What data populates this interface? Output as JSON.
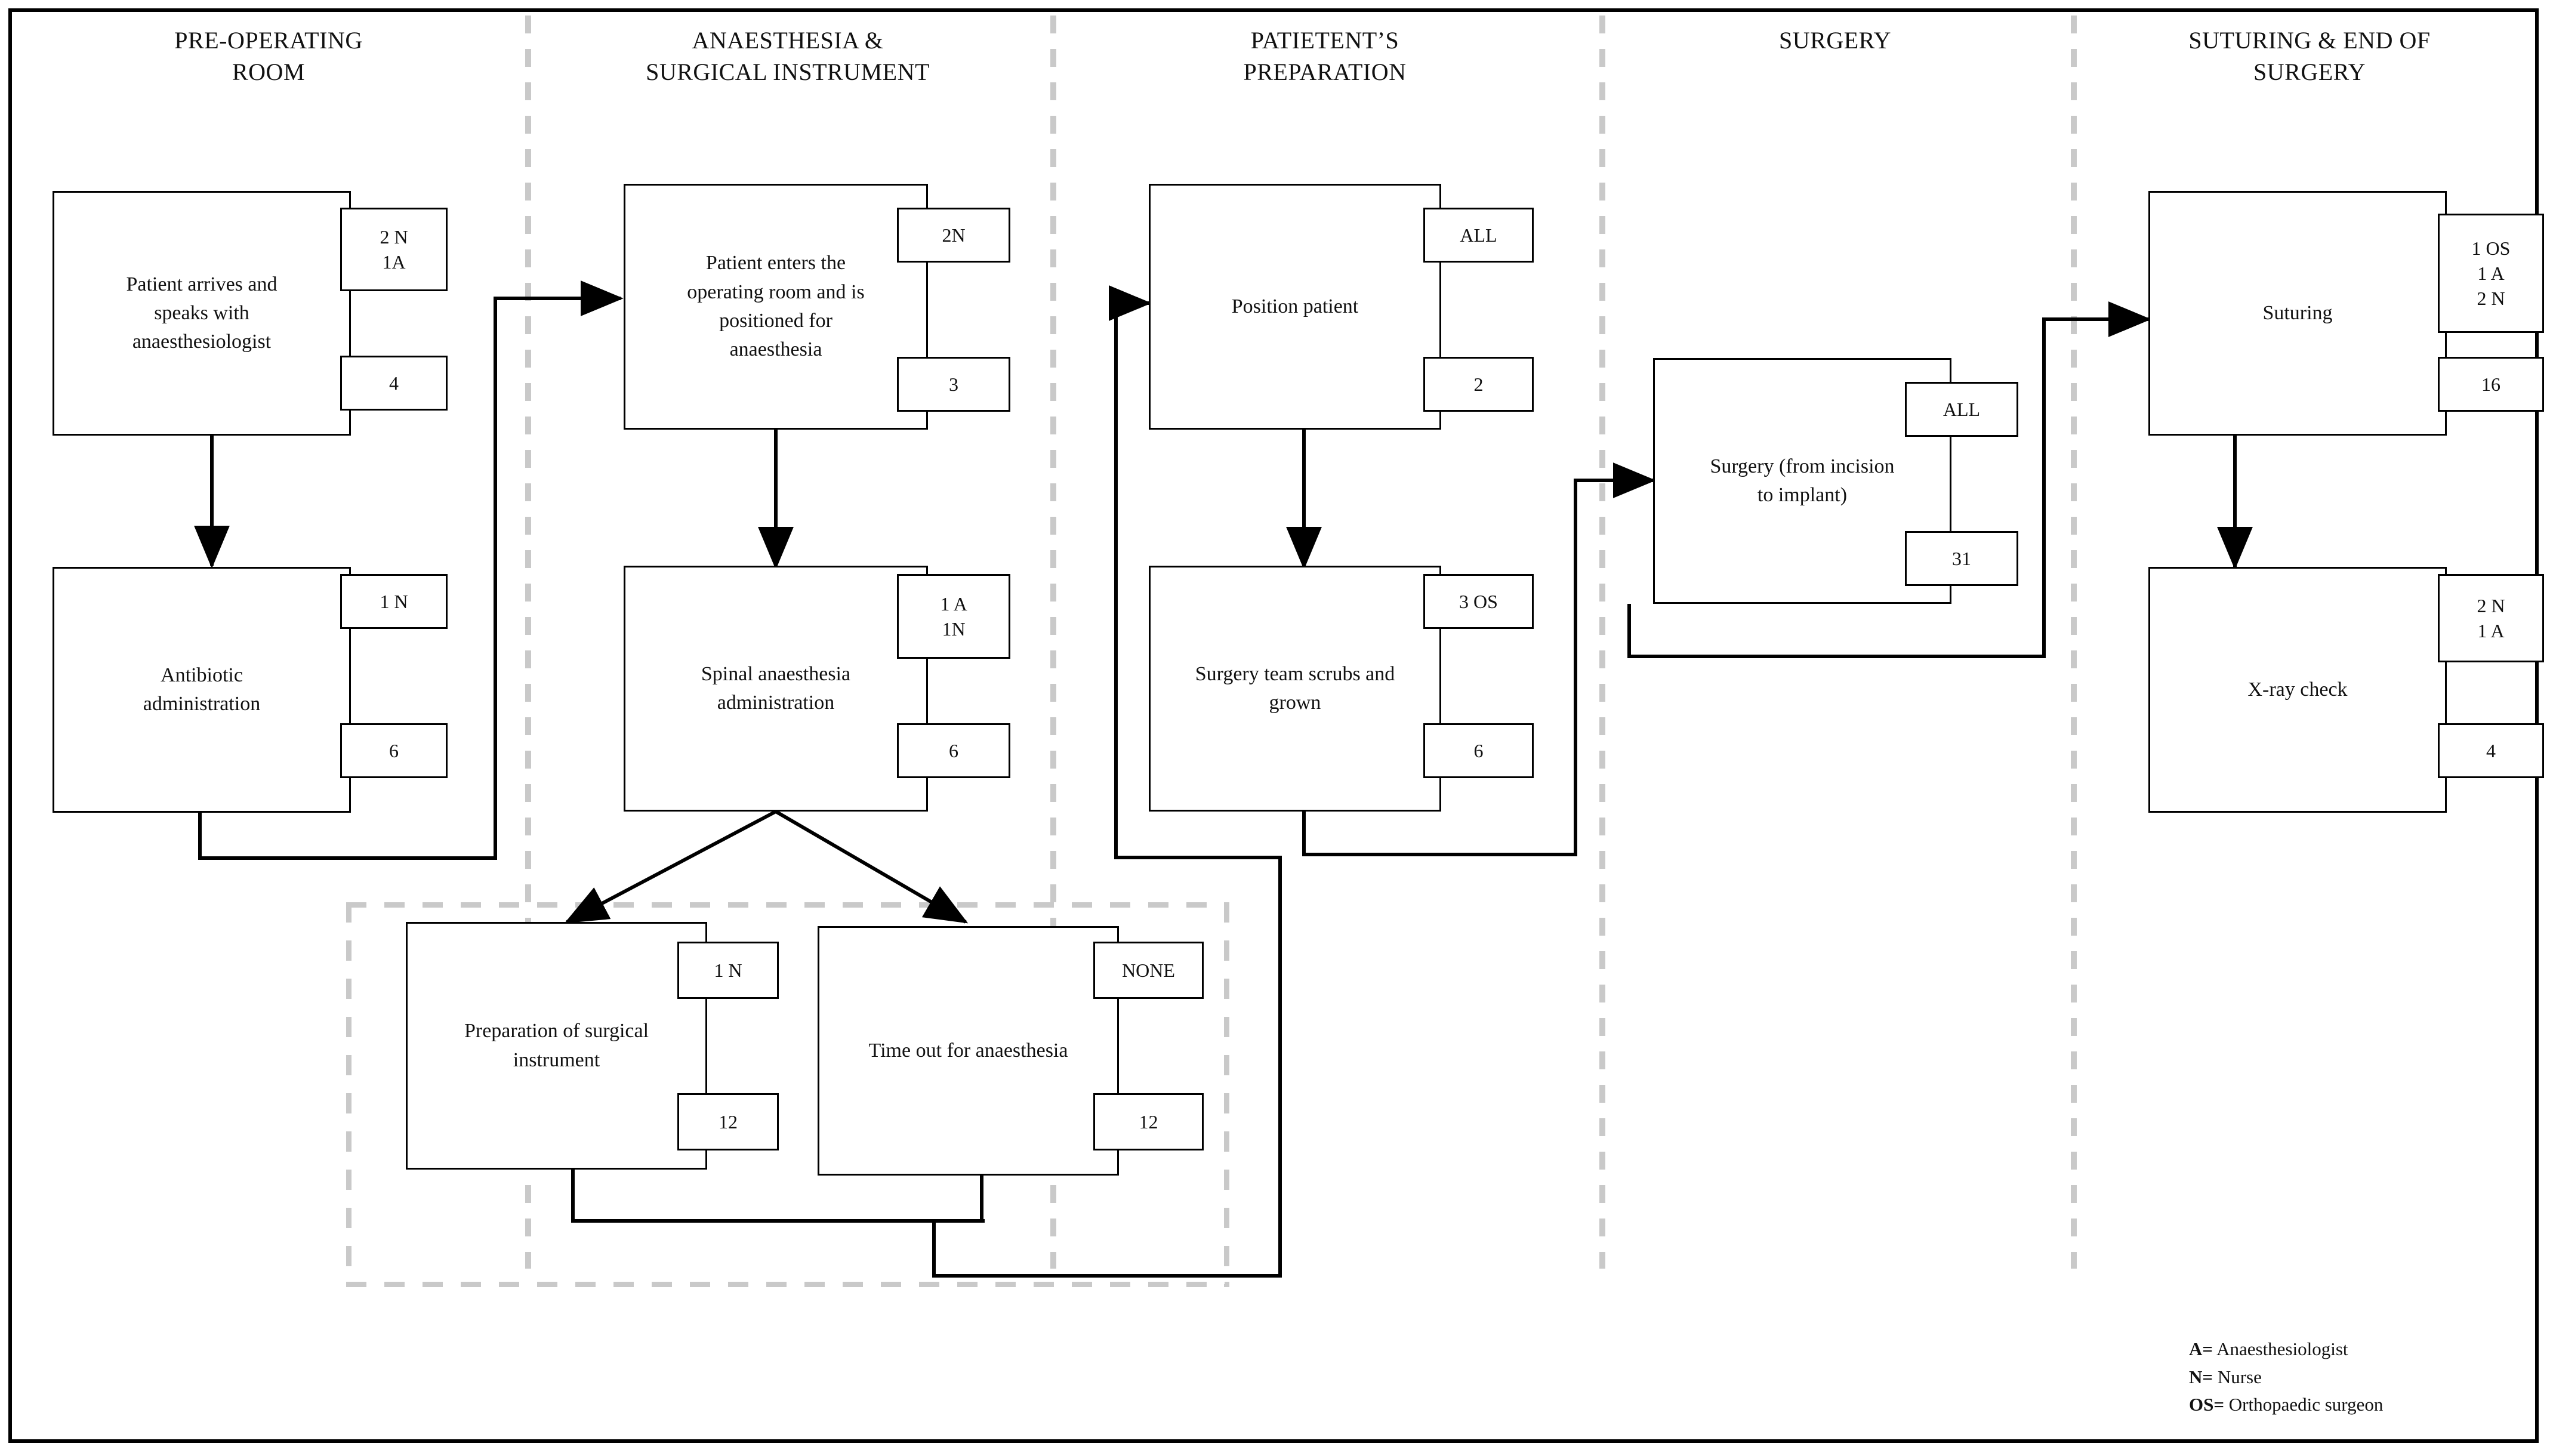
{
  "diagram": {
    "title_hidden": "Operating room patient flow swimlane diagram",
    "lanes": [
      {
        "id": "lane-pre-operating-room",
        "title": "PRE-OPERATING\nROOM"
      },
      {
        "id": "lane-anaesthesia-surgical-instrument",
        "title": "ANAESTHESIA &\nSURGICAL INSTRUMENT"
      },
      {
        "id": "lane-patients-preparation",
        "title": "PATIETENT’S\nPREPARATION"
      },
      {
        "id": "lane-surgery",
        "title": "SURGERY"
      },
      {
        "id": "lane-suturing-end-of-surgery",
        "title": "SUTURING & END OF\nSURGERY"
      }
    ],
    "nodes": [
      {
        "id": "node-patient-arrives",
        "lane": "lane-pre-operating-room",
        "label": "Patient arrives and\nspeaks with\nanaesthesiologist",
        "staff": "2 N\n1A",
        "duration": "4"
      },
      {
        "id": "node-antibiotic-administration",
        "lane": "lane-pre-operating-room",
        "label": "Antibiotic\nadministration",
        "staff": "1 N",
        "duration": "6"
      },
      {
        "id": "node-patient-enters-or",
        "lane": "lane-anaesthesia-surgical-instrument",
        "label": "Patient enters the\noperating room and is\npositioned for\nanaesthesia",
        "staff": "2N",
        "duration": "3"
      },
      {
        "id": "node-spinal-anaesthesia",
        "lane": "lane-anaesthesia-surgical-instrument",
        "label": "Spinal anaesthesia\nadministration",
        "staff": "1 A\n1N",
        "duration": "6"
      },
      {
        "id": "node-preparation-surgical-instrument",
        "lane": "lane-anaesthesia-surgical-instrument",
        "label": "Preparation of surgical\ninstrument",
        "staff": "1 N",
        "duration": "12"
      },
      {
        "id": "node-time-out-anaesthesia",
        "lane": "lane-anaesthesia-surgical-instrument",
        "label": "Time out for anaesthesia",
        "staff": "NONE",
        "duration": "12"
      },
      {
        "id": "node-position-patient",
        "lane": "lane-patients-preparation",
        "label": "Position  patient",
        "staff": "ALL",
        "duration": "2"
      },
      {
        "id": "node-surgery-team-scrubs",
        "lane": "lane-patients-preparation",
        "label": "Surgery team scrubs and\ngrown",
        "staff": "3 OS",
        "duration": "6"
      },
      {
        "id": "node-surgery-incision-implant",
        "lane": "lane-surgery",
        "label": "Surgery (from incision\nto implant)",
        "staff": "ALL",
        "duration": "31"
      },
      {
        "id": "node-suturing",
        "lane": "lane-suturing-end-of-surgery",
        "label": "Suturing",
        "staff": "1 OS\n1 A\n2 N",
        "duration": "16"
      },
      {
        "id": "node-xray-check",
        "lane": "lane-suturing-end-of-surgery",
        "label": "X-ray check",
        "staff": "2 N\n1 A",
        "duration": "4"
      }
    ],
    "legend": [
      {
        "key": "A=",
        "value": " Anaesthesiologist"
      },
      {
        "key": "N=",
        "value": " Nurse"
      },
      {
        "key": "OS=",
        "value": " Orthopaedic surgeon"
      }
    ],
    "colors": {
      "line": "#000000",
      "dashed_lane": "#c9c9c9",
      "text": "#111111",
      "background": "#ffffff"
    }
  }
}
